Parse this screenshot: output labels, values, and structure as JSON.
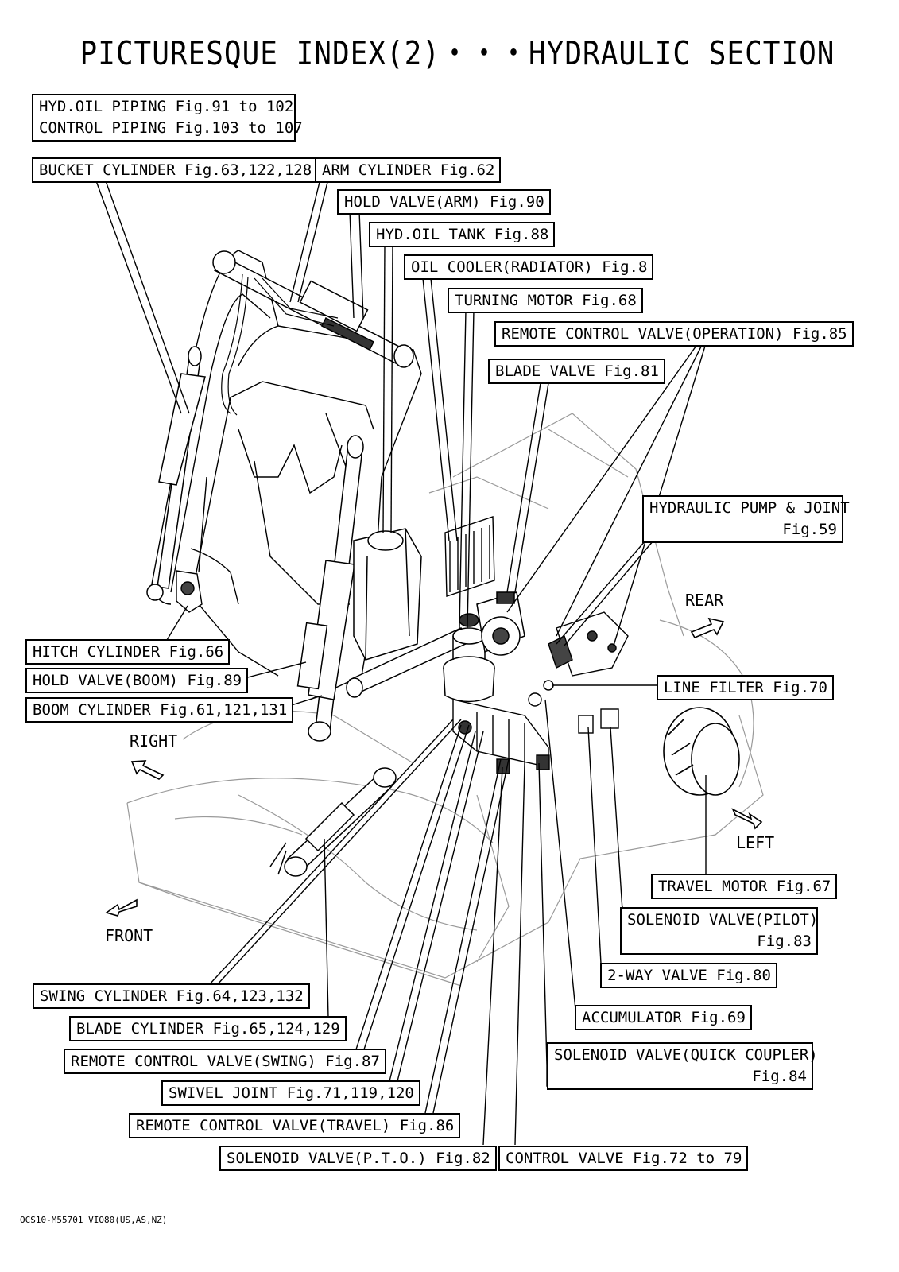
{
  "title": "PICTURESQUE INDEX(2)・・・HYDRAULIC SECTION",
  "labels": {
    "hyd_oil_piping": "HYD.OIL PIPING Fig.91 to 102",
    "control_piping": "CONTROL PIPING Fig.103 to 107",
    "bucket_cylinder": "BUCKET CYLINDER Fig.63,122,128",
    "arm_cylinder": "ARM CYLINDER Fig.62",
    "hold_valve_arm": "HOLD VALVE(ARM) Fig.90",
    "hyd_oil_tank": "HYD.OIL TANK Fig.88",
    "oil_cooler": "OIL COOLER(RADIATOR) Fig.8",
    "turning_motor": "TURNING MOTOR Fig.68",
    "remote_control_operation": "REMOTE CONTROL VALVE(OPERATION) Fig.85",
    "blade_valve": "BLADE VALVE Fig.81",
    "hydraulic_pump_1": "HYDRAULIC PUMP & JOINT",
    "hydraulic_pump_2": "Fig.59",
    "hitch_cylinder": "HITCH CYLINDER Fig.66",
    "hold_valve_boom": "HOLD VALVE(BOOM) Fig.89",
    "boom_cylinder": "BOOM CYLINDER Fig.61,121,131",
    "line_filter": "LINE FILTER Fig.70",
    "travel_motor": "TRAVEL MOTOR Fig.67",
    "solenoid_pilot_1": "SOLENOID VALVE(PILOT)",
    "solenoid_pilot_2": "Fig.83",
    "two_way_valve": "2-WAY VALVE Fig.80",
    "accumulator": "ACCUMULATOR Fig.69",
    "solenoid_quick_1": "SOLENOID VALVE(QUICK COUPLER)",
    "solenoid_quick_2": "Fig.84",
    "swing_cylinder": "SWING CYLINDER Fig.64,123,132",
    "blade_cylinder": "BLADE CYLINDER Fig.65,124,129",
    "remote_control_swing": "REMOTE CONTROL VALVE(SWING) Fig.87",
    "swivel_joint": "SWIVEL JOINT Fig.71,119,120",
    "remote_control_travel": "REMOTE CONTROL VALVE(TRAVEL) Fig.86",
    "solenoid_pto": "SOLENOID VALVE(P.T.O.) Fig.82",
    "control_valve": "CONTROL VALVE Fig.72 to 79"
  },
  "directions": {
    "rear": "REAR",
    "right": "RIGHT",
    "left": "LEFT",
    "front": "FRONT"
  },
  "footer": "OCS10-M55701 VIO80(US,AS,NZ)"
}
